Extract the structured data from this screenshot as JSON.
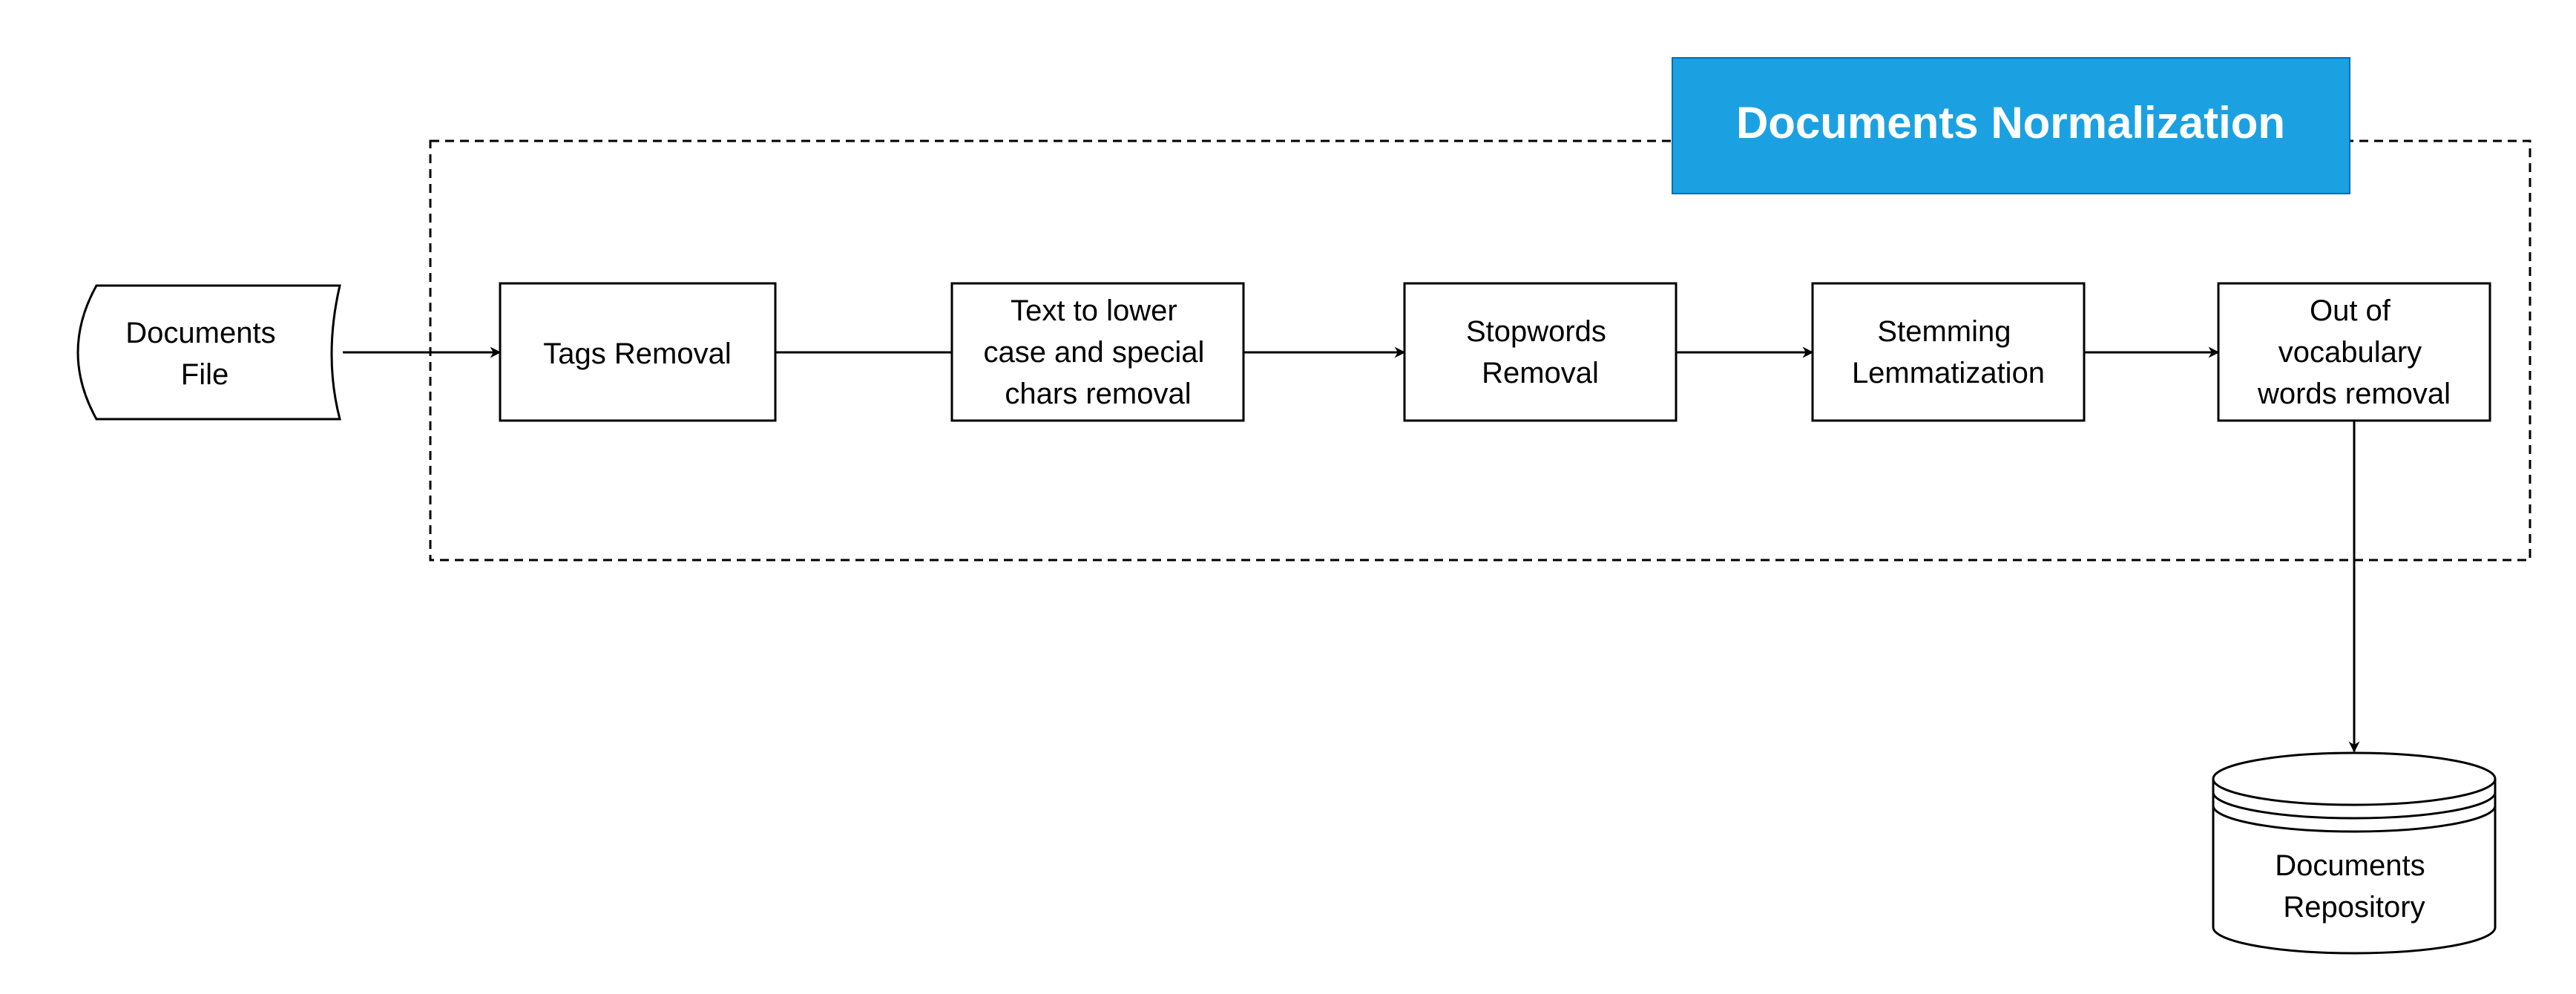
{
  "title": "Documents Normalization",
  "input": {
    "lines": [
      "Documents",
      "File"
    ]
  },
  "steps": [
    {
      "lines": [
        "Tags Removal"
      ]
    },
    {
      "lines": [
        "Text to lower",
        "case and special",
        "chars removal"
      ]
    },
    {
      "lines": [
        "Stopwords",
        "Removal"
      ]
    },
    {
      "lines": [
        "Stemming",
        "Lemmatization"
      ]
    },
    {
      "lines": [
        "Out of",
        "vocabulary",
        "words removal"
      ]
    }
  ],
  "output": {
    "lines": [
      "Documents",
      "Repository"
    ]
  },
  "colors": {
    "title_fill": "#1BA1E2",
    "title_border": "#006EAF",
    "stroke": "#000000"
  }
}
